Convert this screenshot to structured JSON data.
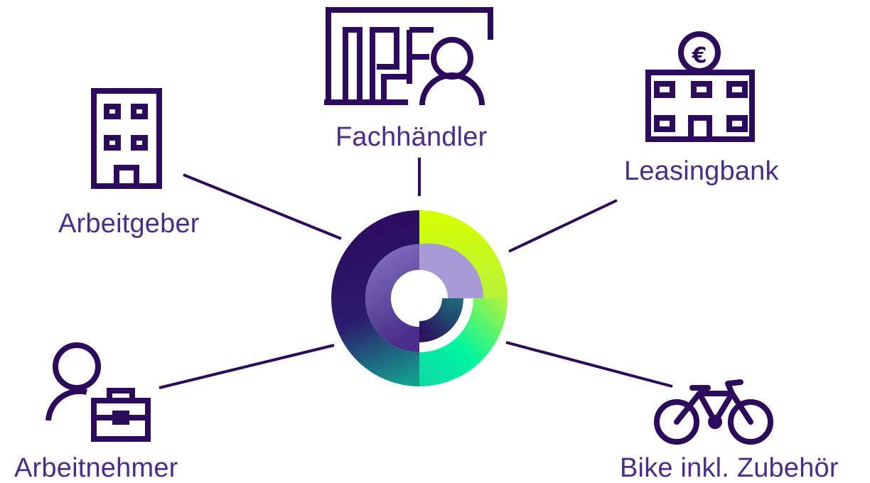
{
  "colors": {
    "primary": "#2c0a5c",
    "label": "#4a2d8a",
    "lime": "#d6ff00",
    "mint": "#00f5a0",
    "lavender": "#a89ad6",
    "teal": "#1c6e7a"
  },
  "center": {
    "icon": "ring-logo"
  },
  "nodes": [
    {
      "key": "fachhaendler",
      "label": "Fachhändler",
      "icon": "shop-person-icon"
    },
    {
      "key": "leasingbank",
      "label": "Leasingbank",
      "icon": "bank-euro-icon"
    },
    {
      "key": "arbeitgeber",
      "label": "Arbeitgeber",
      "icon": "office-building-icon"
    },
    {
      "key": "arbeitnehmer",
      "label": "Arbeitnehmer",
      "icon": "person-briefcase-icon"
    },
    {
      "key": "bike",
      "label": "Bike inkl. Zubehör",
      "icon": "bicycle-icon"
    }
  ]
}
